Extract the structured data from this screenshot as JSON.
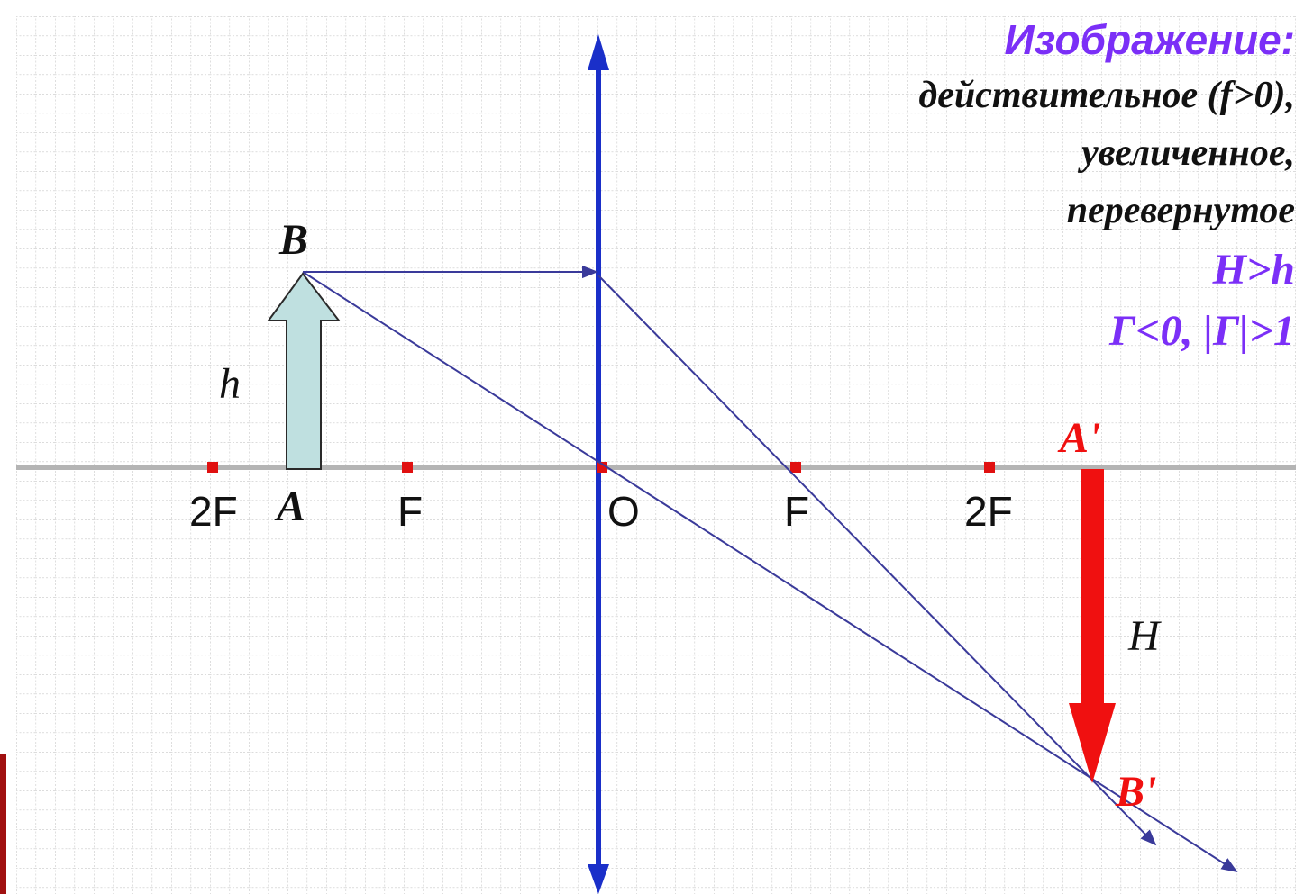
{
  "labels": {
    "axis_left_2f": "2F",
    "axis_a": "A",
    "axis_left_f": "F",
    "axis_o": "O",
    "axis_right_f": "F",
    "axis_right_2f": "2F",
    "object_top": "B",
    "object_height": "h",
    "image_top": "A'",
    "image_bottom": "B'",
    "image_height": "H"
  },
  "info": {
    "title": "Изображение:",
    "line1": "действительное (f>0),",
    "line2": "увеличенное,",
    "line3": "перевернутое",
    "formula1": "H>h",
    "formula2": "Г<0, |Г|>1"
  },
  "colors": {
    "grid": "#c8c8c8",
    "axis": "#b4b4b4",
    "lens": "#1a2fc9",
    "rays": "#3a3a9a",
    "object_fill": "#bfe0e0",
    "image": "#f01010",
    "focus_points": "#e01010",
    "accent": "#7b2ff7"
  }
}
